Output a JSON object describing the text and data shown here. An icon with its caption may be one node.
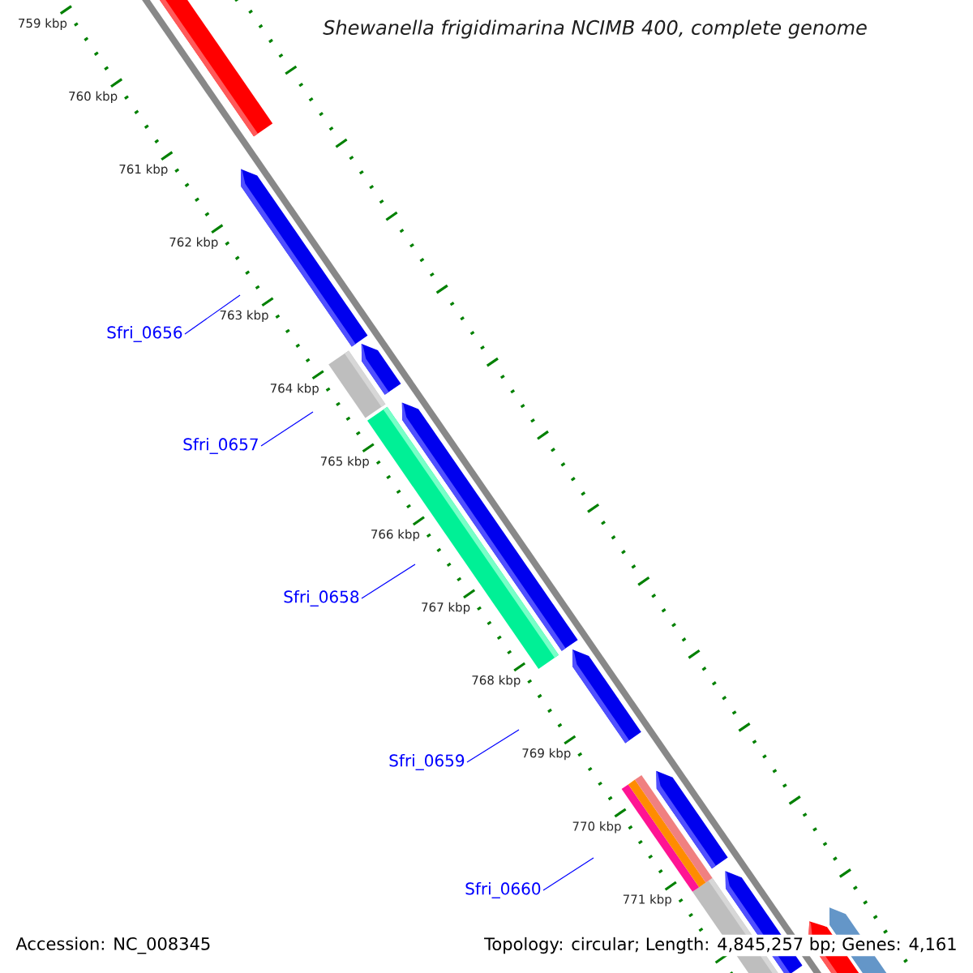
{
  "diagram": {
    "title": "Shewanella frigidimarina NCIMB 400, complete genome",
    "nodes": [
      {
        "text": [
          "Sfri_0656"
        ]
      },
      {
        "text": [
          "Sfri_0657"
        ]
      },
      {
        "text": [
          "Sfri_0658"
        ]
      },
      {
        "text": [
          "Sfri_0659"
        ]
      },
      {
        "text": [
          "Sfri_0660"
        ]
      }
    ],
    "edges": [
      {
        "from": 0,
        "to": null,
        "arrow": "none"
      },
      {
        "from": 1,
        "to": null,
        "arrow": "none"
      },
      {
        "from": 2,
        "to": null,
        "arrow": "none"
      },
      {
        "from": 3,
        "to": null,
        "arrow": "none"
      },
      {
        "from": 4,
        "to": null,
        "arrow": "none"
      }
    ],
    "labels": [
      "759 kbp",
      "760 kbp",
      "761 kbp",
      "762 kbp",
      "763 kbp",
      "764 kbp",
      "765 kbp",
      "766 kbp",
      "767 kbp",
      "768 kbp",
      "769 kbp",
      "770 kbp",
      "771 kbp",
      "Accession: NC_008345",
      "Topology: circular; Length: 4,845,257 bp; Genes: 4,161"
    ]
  }
}
